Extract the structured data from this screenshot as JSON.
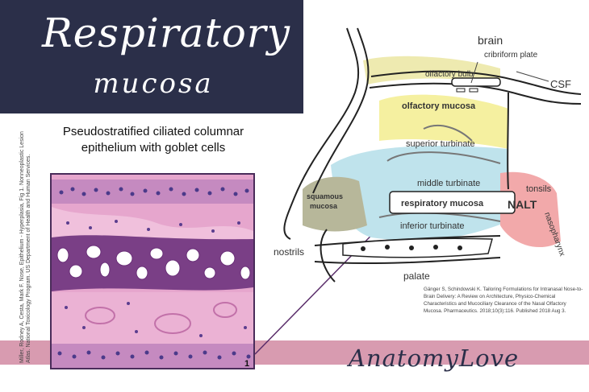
{
  "title": {
    "line1": "Respiratory",
    "line2": "mucosa"
  },
  "subtitle": {
    "line1": "Pseudostratified ciliated columnar",
    "line2": "epithelium with goblet cells"
  },
  "histology_credit": "Miller, Rodney A, Cesta, Mark F. Nose, Epithelium - Hyperplasia, Fig 1. Nonneoplastic Lesion Atlas. National Toxicology Program. US Department of Health and Human Services.",
  "panel_number": "1",
  "diagram_labels": {
    "brain": "brain",
    "cribriform_plate": "cribriform plate",
    "olfactory_bulb": "olfactory bulb",
    "csf": "CSF",
    "olfactory_mucosa": "olfactory mucosa",
    "superior_turbinate": "superior turbinate",
    "middle_turbinate": "middle turbinate",
    "respiratory_mucosa": "respiratory mucosa",
    "inferior_turbinate": "inferior turbinate",
    "squamous_line1": "squamous",
    "squamous_line2": "mucosa",
    "tonsils": "tonsils",
    "nalt": "NALT",
    "nasopharynx": "nasopharynx",
    "nostrils": "nostrils",
    "palate": "palate"
  },
  "diagram_credit": "Gänger S, Schindowski K. Tailoring Formulations for Intranasal Nose-to-Brain Delivery: A Review on Architecture, Physico-Chemical Characteristics and Mucociliary Clearance of the Nasal Olfactory Mucosa. Pharmaceutics. 2018;10(3):116. Published 2018 Aug 3.",
  "signature": "AnatomyLove",
  "colors": {
    "title_panel": "#2b2f49",
    "band": "#d89bb0",
    "olfactory_region": "#f5f0a0",
    "respiratory_region": "#bfe3ec",
    "squamous_region": "#b7b79a",
    "nalt_region": "#f2a9aa",
    "pointer_line": "#5a2d6a"
  }
}
